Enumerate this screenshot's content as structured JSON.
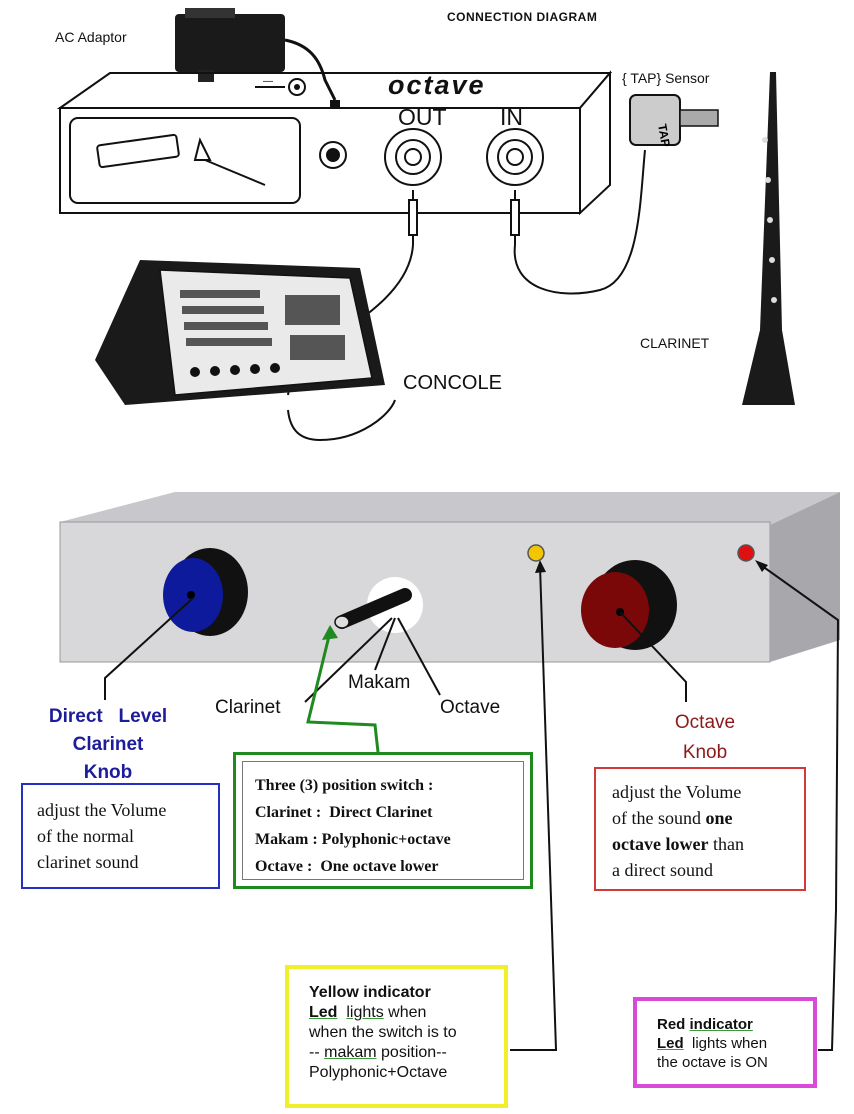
{
  "diagram": {
    "title": "CONNECTION   DIAGRAM",
    "ac_adaptor": "AC Adaptor",
    "brand": "octave",
    "out_label": "OUT",
    "in_label": "IN",
    "tap_sensor": "{ TAP} Sensor",
    "clarinet": "CLARINET",
    "console": "CONCOLE"
  },
  "panel": {
    "switch_clarinet": "Clarinet",
    "switch_makam": "Makam",
    "switch_octave": "Octave",
    "direct_knob_title": [
      "Direct   Level",
      "Clarinet",
      "Knob"
    ],
    "direct_knob_desc": [
      "adjust the Volume",
      "of the normal",
      "clarinet sound"
    ],
    "switch_box": {
      "line1": "Three (3) position switch :",
      "line2_key": "Clarinet :",
      "line2_val": "Direct Clarinet",
      "line3_key": "Makam :",
      "line3_val": "Polyphonic+octave",
      "line4_key": "Octave :",
      "line4_val": "One octave lower"
    },
    "octave_knob_title": [
      "Octave",
      "Knob"
    ],
    "octave_knob_desc": {
      "a": "adjust the Volume",
      "b": "of the sound",
      "c": "one",
      "d": "octave lower",
      "e": "than",
      "f": "a direct sound"
    },
    "yellow_box": {
      "l1": "Yellow indicator",
      "l2a": "Led",
      "l2b": "lights",
      "l2c": "when",
      "l3": "when the switch is to",
      "l4a": "--",
      "l4b": "makam",
      "l4c": "position--",
      "l5": "Polyphonic+Octave"
    },
    "magenta_box": {
      "l1a": "Red",
      "l1b": "indicator",
      "l2a": "Led",
      "l2b": "lights when",
      "l3": "the octave is ON"
    }
  },
  "colors": {
    "blue_knob": "#0d1a9c",
    "red_knob": "#7a0808",
    "yellow_led": "#f2c600",
    "red_led": "#e01010",
    "green_box": "#1f8a1f",
    "blue_box": "#2430c4",
    "red_box": "#d03a3a",
    "yellow_box": "#f0ef2a",
    "magenta_box": "#d94ad9"
  }
}
